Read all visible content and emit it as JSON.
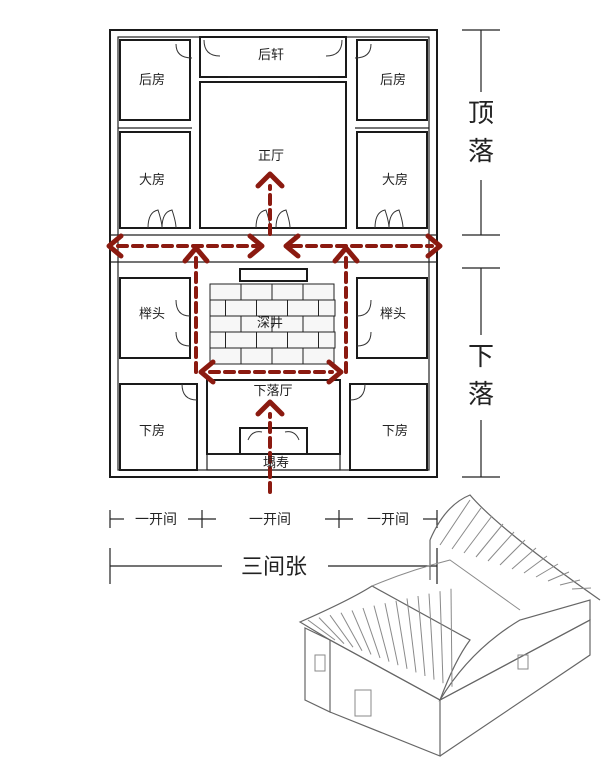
{
  "rooms": {
    "rear_pavilion": "后轩",
    "rear_room_left": "后房",
    "rear_room_right": "后房",
    "main_hall": "正厅",
    "big_room_left": "大房",
    "big_room_right": "大房",
    "patio": "深井",
    "wing_left": "榉头",
    "wing_right": "榉头",
    "lower_hall": "下落厅",
    "lower_room_left": "下房",
    "lower_room_right": "下房",
    "entrance": "塌寿"
  },
  "sections": {
    "upper": "顶落",
    "lower": "下落"
  },
  "bays": [
    "一开间",
    "一开间",
    "一开间"
  ],
  "total_width": "三间张",
  "colors": {
    "arrow": "#8b1a10",
    "wall": "#1a1a1a",
    "sketch": "#8a8a8a"
  }
}
